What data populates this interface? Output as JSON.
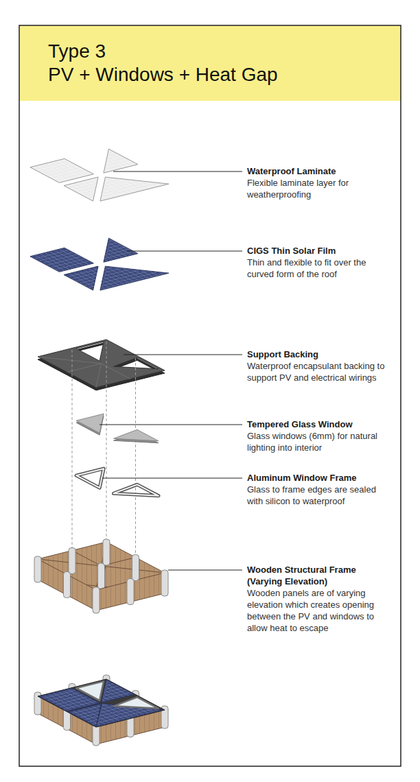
{
  "diagram": {
    "title": "Type 3",
    "labels": [
      "PV + Windows + Heat Gap",
      "Waterproof Laminate",
      "Flexible laminate layer for weatherproofing",
      "CIGS Thin Solar Film",
      "Thin and flexible to fit over the curved form of the roof",
      "Support Backing",
      "Waterproof encapsulant backing to support PV and electrical wirings",
      "Tempered Glass Window",
      "Glass windows (6mm) for natural lighting into interior",
      "Aluminum Window Frame",
      "Glass to frame edges are sealed with silicon to waterproof",
      "Wooden Structural Frame (Varying Elevation)",
      "Wooden panels are of varying elevation which creates opening between the PV and windows to allow heat to escape"
    ]
  }
}
